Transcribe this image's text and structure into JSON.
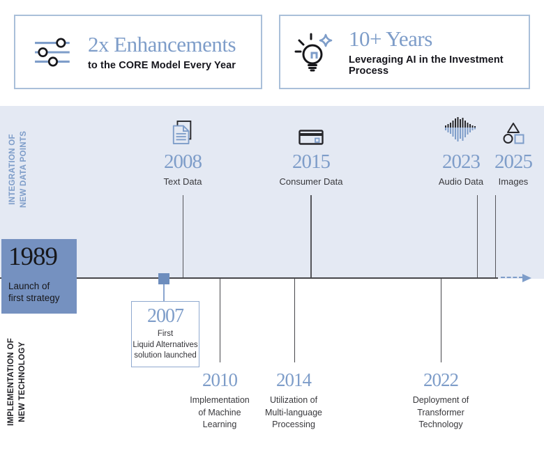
{
  "stats": [
    {
      "icon": "sliders-icon",
      "value": "2x Enhancements",
      "caption": "to the CORE Model Every Year"
    },
    {
      "icon": "lightbulb-idea-icon",
      "value": "10+ Years",
      "caption": "Leveraging AI in the Investment Process"
    }
  ],
  "timeline": {
    "panel_label_top": "INTEGRATION OF\nNEW DATA POINTS",
    "panel_label_bottom": "IMPLEMENTATION OF\nNEW TECHNOLOGY",
    "origin": {
      "year": "1989",
      "label": "Launch of\nfirst strategy"
    },
    "top_events": [
      {
        "year": "2008",
        "label": "Text Data",
        "icon": "documents-icon"
      },
      {
        "year": "2015",
        "label": "Consumer Data",
        "icon": "credit-card-icon"
      },
      {
        "year": "2023",
        "label": "Audio Data",
        "icon": "audio-waveform-icon"
      },
      {
        "year": "2025",
        "label": "Images",
        "icon": "shapes-icon"
      }
    ],
    "milestone_2007": {
      "year": "2007",
      "label": "First\nLiquid Alternatives\nsolution launched"
    },
    "bottom_events": [
      {
        "year": "2010",
        "label": "Implementation\nof Machine\nLearning"
      },
      {
        "year": "2014",
        "label": "Utilization of\nMulti-language\nProcessing"
      },
      {
        "year": "2022",
        "label": "Deployment of\nTransformer\nTechnology"
      }
    ]
  },
  "colors": {
    "accent_blue": "#7e9dc9",
    "panel_background": "#e4e9f3",
    "origin_box": "#7591c0",
    "timeline_line": "#46464a",
    "stat_border": "#a9bfd9",
    "dark_text": "#15151c"
  }
}
